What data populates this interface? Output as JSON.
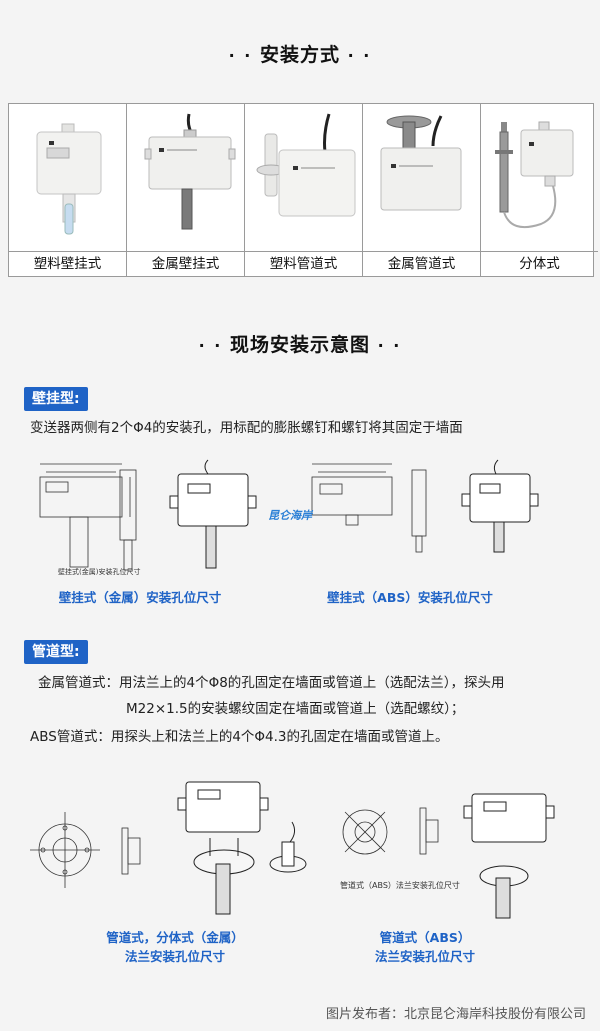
{
  "sections": {
    "install_title": "安装方式",
    "site_title": "现场安装示意图",
    "dots": "· ·"
  },
  "mount_types": [
    {
      "label": "塑料壁挂式"
    },
    {
      "label": "金属壁挂式"
    },
    {
      "label": "塑料管道式"
    },
    {
      "label": "金属管道式"
    },
    {
      "label": "分体式"
    }
  ],
  "wall": {
    "tag": "壁挂型:",
    "text": "变送器两侧有2个Φ4的安装孔，用标配的膨胀螺钉和螺钉将其固定于墙面",
    "caption_metal": "壁挂式（金属）安装孔位尺寸",
    "caption_abs": "壁挂式（ABS）安装孔位尺寸",
    "small_note": "壁挂式(金属)安装孔位尺寸",
    "watermark": "昆仑海岸"
  },
  "duct": {
    "tag": "管道型:",
    "line1": "金属管道式：用法兰上的4个Φ8的孔固定在墙面或管道上（选配法兰），探头用",
    "line2": "M22×1.5的安装螺纹固定在墙面或管道上（选配螺纹）；",
    "line3": "ABS管道式：用探头上和法兰上的4个Φ4.3的孔固定在墙面或管道上。",
    "caption_metal_1": "管道式，分体式（金属）",
    "caption_metal_2": "法兰安装孔位尺寸",
    "caption_abs_1": "管道式（ABS）",
    "caption_abs_2": "法兰安装孔位尺寸",
    "small_note": "管道式（ABS）法兰安装孔位尺寸"
  },
  "footer": "图片发布者：北京昆仑海岸科技股份有限公司",
  "colors": {
    "accent": "#1f63c6"
  }
}
